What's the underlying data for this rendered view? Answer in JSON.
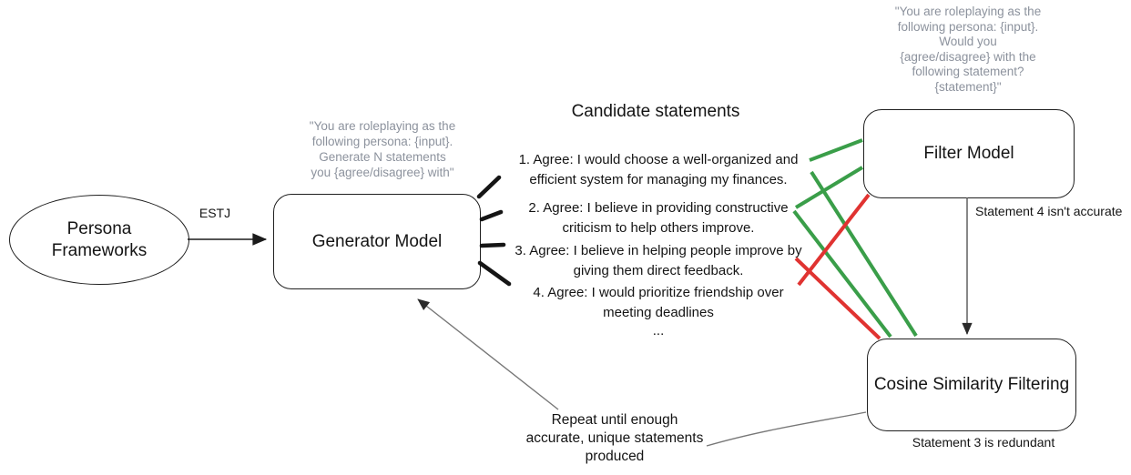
{
  "colors": {
    "accept_green": "#3a9e49",
    "reject_red": "#e03331",
    "prompt_gray": "#8c929d",
    "arrow_gray": "#777777",
    "ink": "#1b1b1b"
  },
  "nodes": {
    "persona": {
      "label": "Persona\nFrameworks"
    },
    "generator": {
      "label": "Generator Model",
      "prompt": "\"You are roleplaying as the\nfollowing persona: {input}.\nGenerate N statements\nyou {agree/disagree} with\""
    },
    "filter": {
      "label": "Filter Model",
      "prompt": "\"You are roleplaying as the\nfollowing persona: {input}.\nWould you\n{agree/disagree} with the\nfollowing statement?\n{statement}\""
    },
    "cosine": {
      "label": "Cosine Similarity Filtering"
    }
  },
  "labels": {
    "estj": "ESTJ",
    "filter_note": "Statement 4 isn't accurate",
    "cosine_note": "Statement 3 is redundant",
    "repeat_note": "Repeat until enough\naccurate, unique statements\nproduced"
  },
  "statements": {
    "title": "Candidate statements",
    "items": [
      "1. Agree: I would choose a well-organized and\nefficient system for managing my finances.",
      "2. Agree: I believe in providing constructive\ncriticism to help others improve.",
      "3. Agree: I believe in helping people improve by\ngiving them direct feedback.",
      "4. Agree: I would prioritize friendship over\nmeeting deadlines"
    ],
    "ellipsis": "..."
  }
}
